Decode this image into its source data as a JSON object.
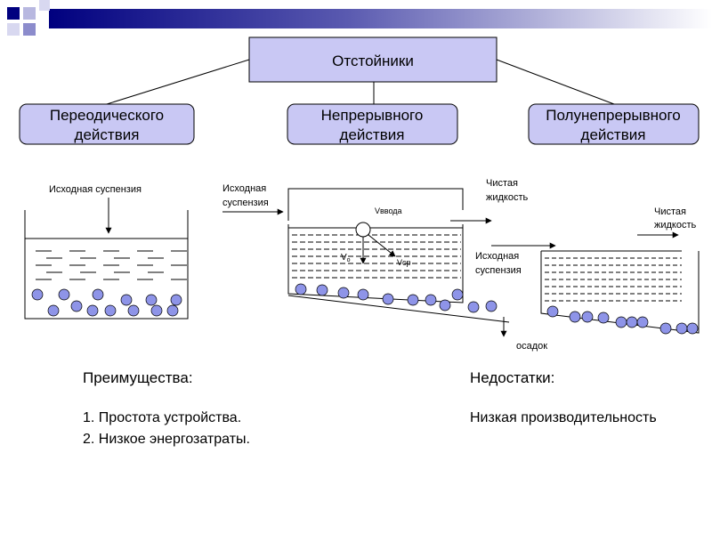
{
  "title": "Отстойники",
  "categories": [
    {
      "line1": "Переодического",
      "line2": "действия"
    },
    {
      "line1": "Непрерывного",
      "line2": "действия"
    },
    {
      "line1": "Полунепрерывного",
      "line2": "действия"
    }
  ],
  "batch": {
    "input_label": "Исходная суспензия"
  },
  "continuous": {
    "input_line1": "Исходная",
    "input_line2": "суспензия",
    "output_line1": "Чистая",
    "output_line2": "жидкость",
    "velocity_inlet": "Vввода",
    "velocity_settling": "V",
    "velocity_settling_sub": "о",
    "velocity_avg": "Vср",
    "sediment": "осадок"
  },
  "semi": {
    "output_line1": "Чистая",
    "output_line2": "жидкость",
    "input_line1": "Исходная",
    "input_line2": "суспензия"
  },
  "advantages": {
    "heading": "Преимущества:",
    "items": [
      "1. Простота устройства.",
      "2. Низкое энергозатраты."
    ]
  },
  "disadvantages": {
    "heading": "Недостатки:",
    "items": [
      "Низкая производительность"
    ]
  },
  "colors": {
    "title_box": "#C9C8F4",
    "category_box": "#C9C8F4",
    "particle": "#8E94E8",
    "banner_dark": "#00007F"
  }
}
